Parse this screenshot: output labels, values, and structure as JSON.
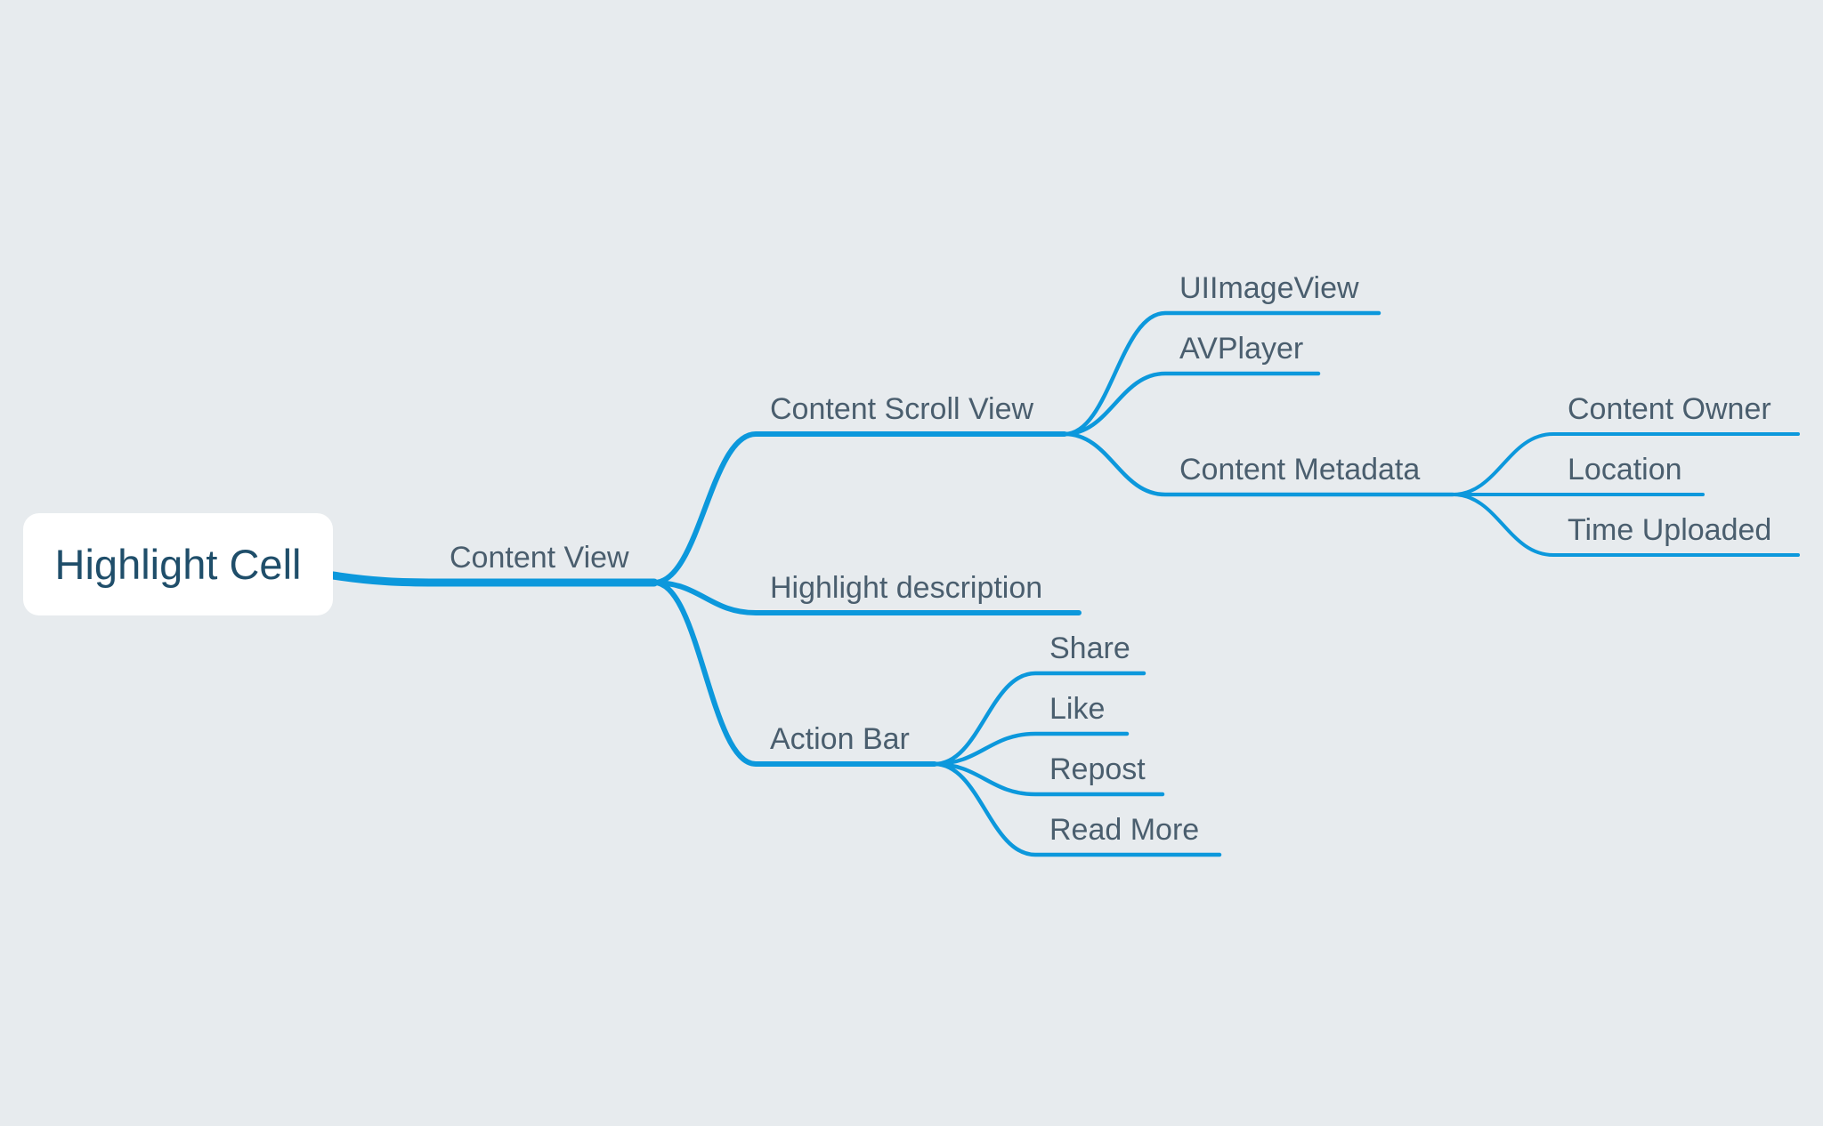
{
  "diagram": {
    "type": "mind-map",
    "line_color": "#0c98dc",
    "background": "#e7ebee",
    "root": {
      "id": "highlight-cell",
      "label": "Highlight Cell",
      "children": [
        {
          "id": "content-view",
          "label": "Content View",
          "children": [
            {
              "id": "content-scroll-view",
              "label": "Content Scroll View",
              "children": [
                {
                  "id": "uiimageview",
                  "label": "UIImageView",
                  "children": []
                },
                {
                  "id": "avplayer",
                  "label": "AVPlayer",
                  "children": []
                },
                {
                  "id": "content-metadata",
                  "label": "Content Metadata",
                  "children": [
                    {
                      "id": "content-owner",
                      "label": "Content Owner",
                      "children": []
                    },
                    {
                      "id": "location",
                      "label": "Location",
                      "children": []
                    },
                    {
                      "id": "time-uploaded",
                      "label": "Time Uploaded",
                      "children": []
                    }
                  ]
                }
              ]
            },
            {
              "id": "highlight-description",
              "label": "Highlight description",
              "children": []
            },
            {
              "id": "action-bar",
              "label": "Action Bar",
              "children": [
                {
                  "id": "share",
                  "label": "Share",
                  "children": []
                },
                {
                  "id": "like",
                  "label": "Like",
                  "children": []
                },
                {
                  "id": "repost",
                  "label": "Repost",
                  "children": []
                },
                {
                  "id": "read-more",
                  "label": "Read More",
                  "children": []
                }
              ]
            }
          ]
        }
      ]
    }
  }
}
